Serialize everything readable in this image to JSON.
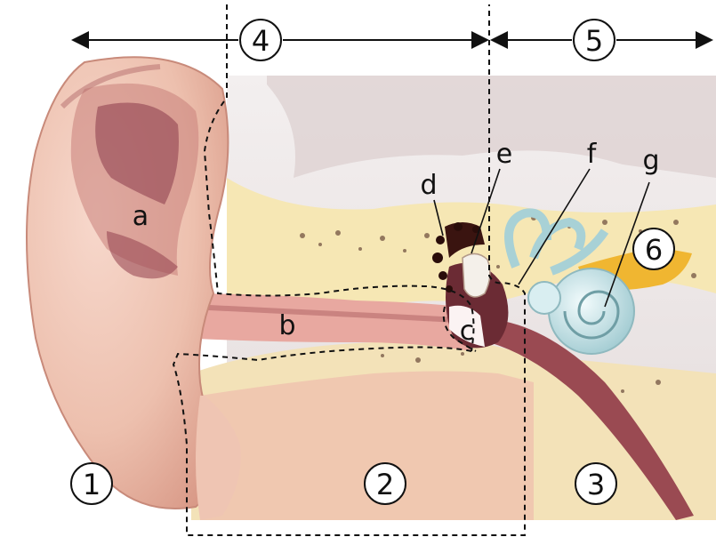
{
  "letter_labels": {
    "a": "a",
    "b": "b",
    "c": "c",
    "d": "d",
    "e": "e",
    "f": "f",
    "g": "g"
  },
  "circled_numbers": {
    "n1": "1",
    "n2": "2",
    "n3": "3",
    "n4": "4",
    "n5": "5",
    "n6": "6"
  },
  "colors": {
    "skin": "#f2c9b8",
    "skin_dark": "#8a3a4a",
    "bone": "#f6e7b4",
    "membrane": "#5a1a1a",
    "cochlea": "#cfe6ea",
    "nerve": "#f0b631",
    "background_gray": "#e9e3e3"
  }
}
